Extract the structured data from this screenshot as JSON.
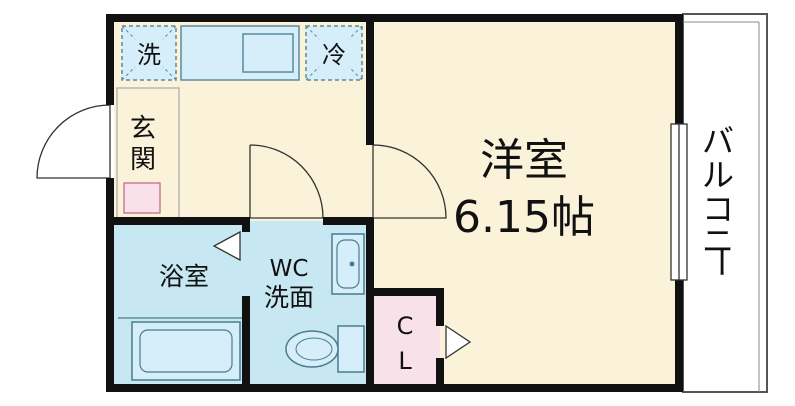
{
  "rooms": {
    "western_room": {
      "name": "洋室",
      "size": "6.15帖"
    },
    "entrance": {
      "line1": "玄",
      "line2": "関"
    },
    "bath": "浴室",
    "wc": {
      "line1": "WC",
      "line2": "洗面"
    },
    "closet": {
      "line1": "C",
      "line2": "L"
    },
    "balcony": [
      "バ",
      "ル",
      "コ",
      "ニ",
      "ー"
    ],
    "washer": "洗",
    "fridge": "冷"
  },
  "colors": {
    "western_room": "#fbf2da",
    "kitchen": "#fbf2da",
    "bath": "#c7e7f2",
    "wc": "#c7e7f2",
    "closet": "#f9e1ea",
    "wall": "#111111",
    "fixture": "#d5eefa",
    "shoe_box": "#f9e1ea"
  }
}
